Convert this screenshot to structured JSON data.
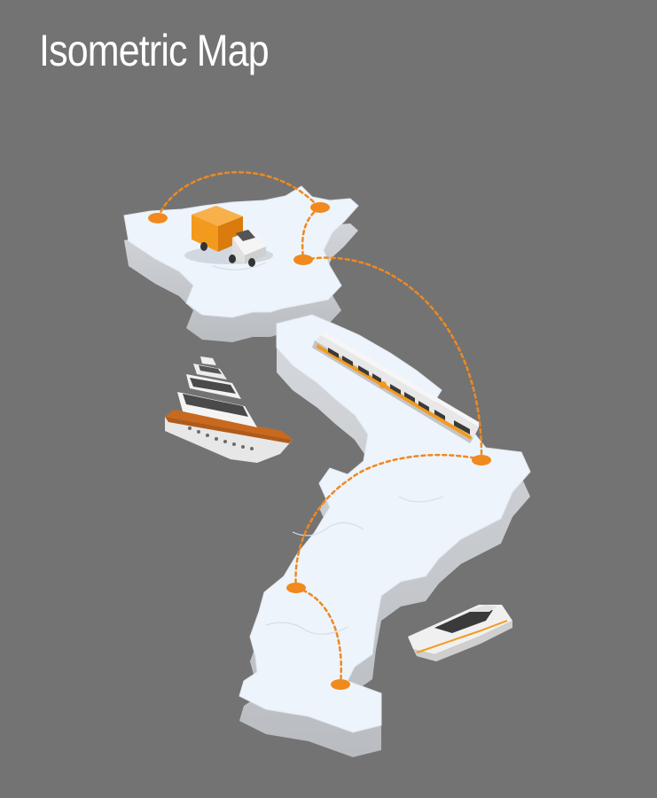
{
  "title": "Isometric Map",
  "colors": {
    "background": "#737373",
    "land_top": "#eef4fb",
    "land_side": "#c9ccd0",
    "route": "#f0891e",
    "vehicle_accent": "#f39a1e"
  },
  "icons": {
    "vehicles": [
      "truck",
      "train",
      "cruise-ship",
      "speedboat"
    ],
    "markers": "route-node"
  }
}
